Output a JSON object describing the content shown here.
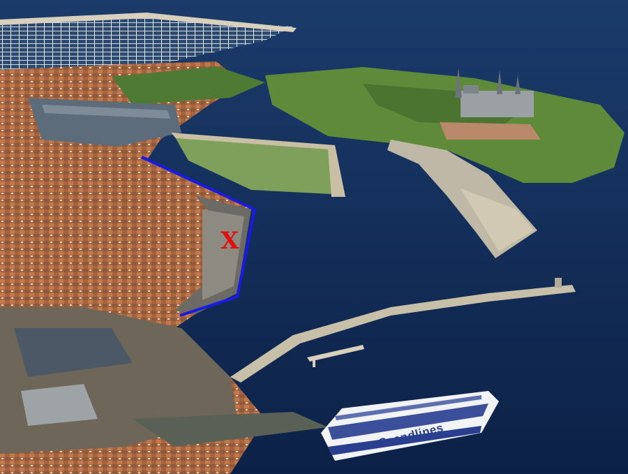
{
  "photo": {
    "subject": "aerial-harbor-castle-photo",
    "colors": {
      "sea": "#0f2a55",
      "deep_sea": "#0a1f45",
      "grass": "#5e8a3a",
      "town_roofs": "#b0653e",
      "pier": "#c8bfa8",
      "route_line": "#1a1ae6",
      "marker": "#e01010"
    }
  },
  "annotations": {
    "marker_label": "X"
  },
  "ferry": {
    "name": "Scandlines"
  }
}
